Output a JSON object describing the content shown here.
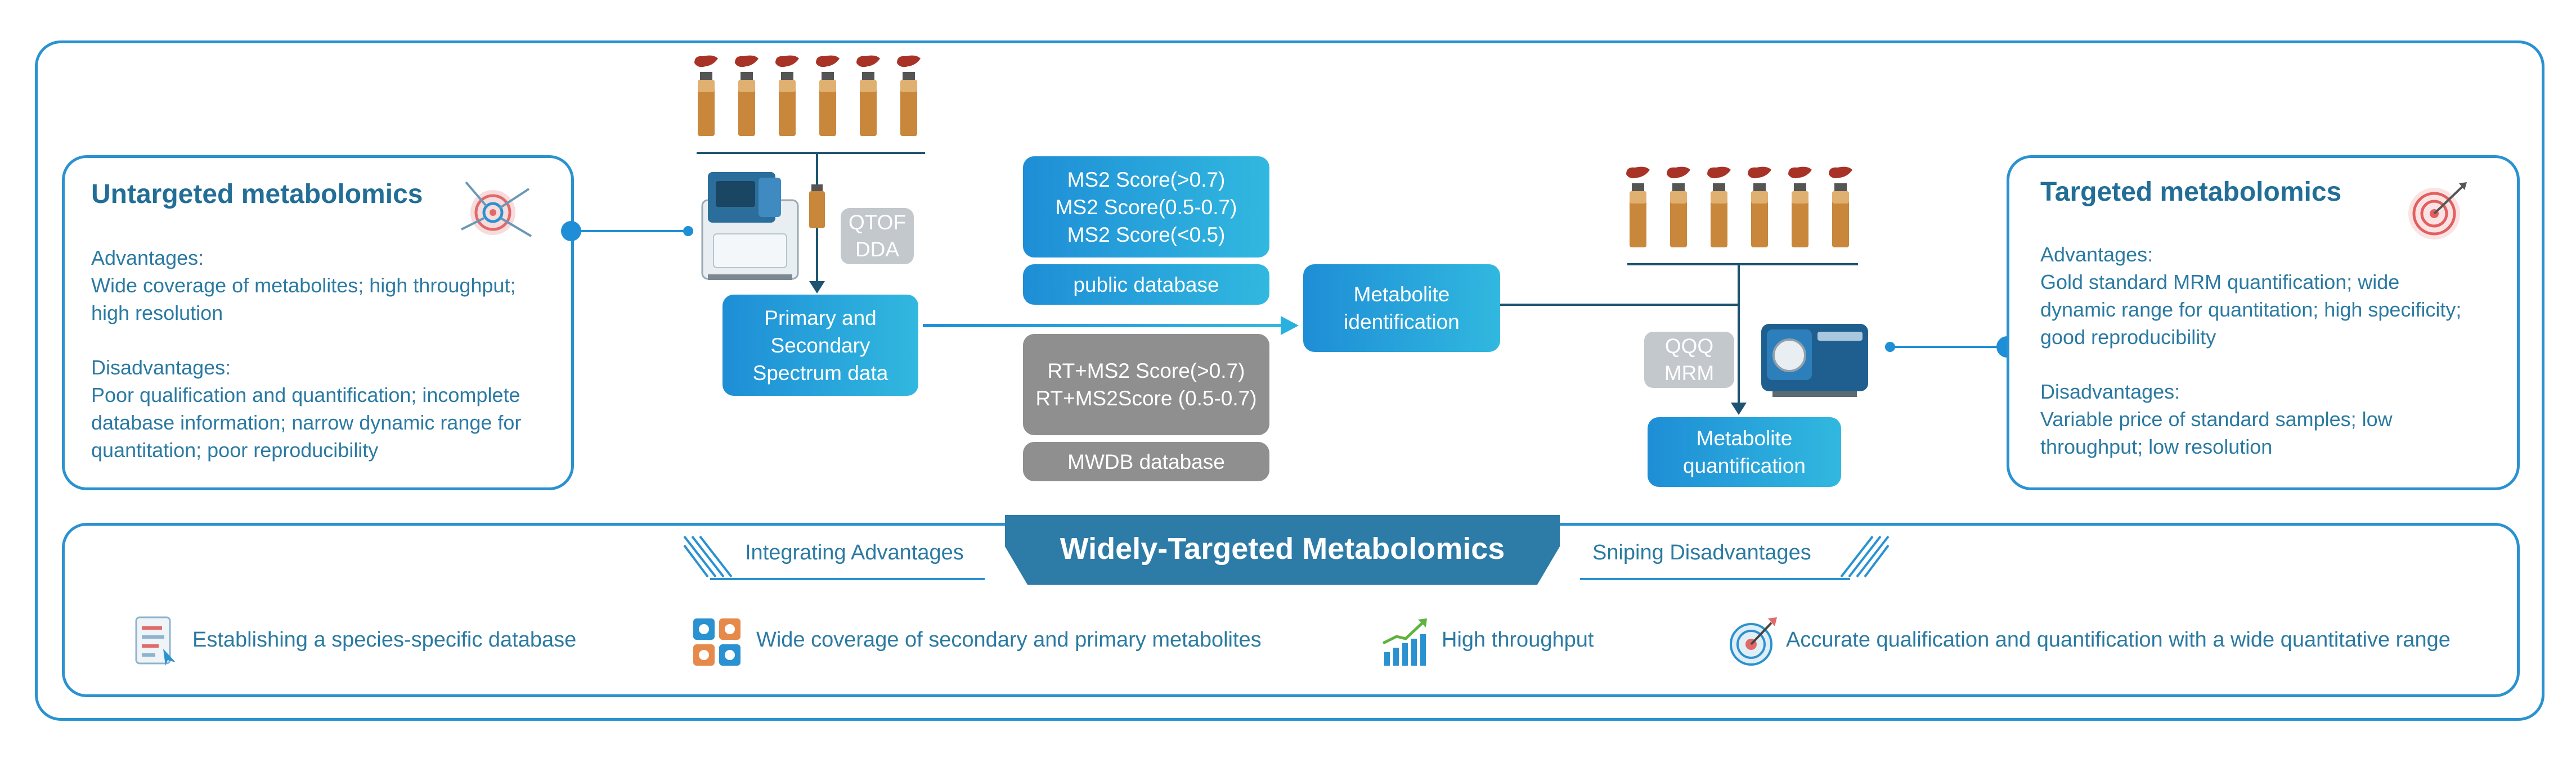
{
  "untargeted": {
    "title": "Untargeted metabolomics",
    "adv_label": "Advantages:",
    "adv_lines": [
      "Wide coverage of metabolites; high throughput;",
      "high resolution"
    ],
    "dis_label": "Disadvantages:",
    "dis_lines": [
      "Poor qualification and quantification; incomplete",
      "database information; narrow dynamic range for",
      "quantitation; poor reproducibility"
    ]
  },
  "targeted": {
    "title": "Targeted metabolomics",
    "adv_label": "Advantages:",
    "adv_lines": [
      "Gold standard MRM quantification; wide",
      "dynamic range for quantitation; high specificity;",
      "good reproducibility"
    ],
    "dis_label": "Disadvantages:",
    "dis_lines": [
      "Variable price of standard samples; low",
      "throughput; low resolution"
    ]
  },
  "workflow": {
    "qtof_tag": [
      "QTOF",
      "DDA"
    ],
    "spectrum_box": [
      "Primary and",
      "Secondary",
      "Spectrum data"
    ],
    "public_scores": [
      "MS2 Score(>0.7)",
      "MS2 Score(0.5-0.7)",
      "MS2 Score(<0.5)"
    ],
    "public_db": "public database",
    "mwdb_scores": [
      "RT+MS2 Score(>0.7)",
      "RT+MS2Score (0.5-0.7)"
    ],
    "mwdb_db": "MWDB database",
    "identification": [
      "Metabolite",
      "identification"
    ],
    "qqq_tag": [
      "QQQ",
      "MRM"
    ],
    "quantification": [
      "Metabolite",
      "quantification"
    ]
  },
  "bottom": {
    "title": "Widely-Targeted Metabolomics",
    "left_label": "Integrating Advantages",
    "right_label": "Sniping Disadvantages",
    "features": [
      {
        "label": "Establishing a species-specific database",
        "icon": "database-document-icon"
      },
      {
        "label": "Wide coverage of secondary and primary metabolites",
        "icon": "puzzle-gears-icon"
      },
      {
        "label": "High throughput",
        "icon": "growth-chart-icon"
      },
      {
        "label": "Accurate qualification and quantification with a wide quantitative range",
        "icon": "target-icon"
      }
    ]
  },
  "colors": {
    "frame": "#2a92d0",
    "accent_blue": "#1e8ed6",
    "banner": "#2d7ba7",
    "gray_box": "#8f8f8f",
    "tag_gray": "#c2c8cc",
    "text": "#2b7aa2",
    "vial": "#c8873a",
    "liver": "#a93226"
  }
}
